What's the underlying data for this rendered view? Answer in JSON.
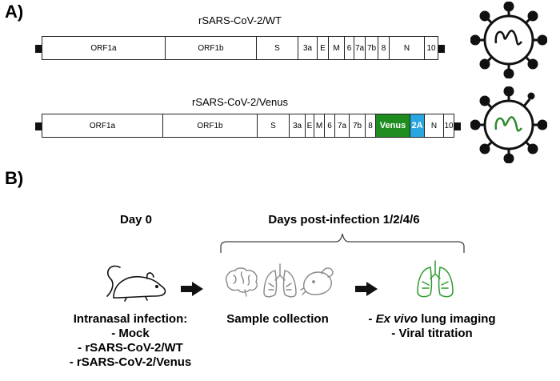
{
  "panel_a": {
    "label": "A)",
    "constructs": [
      {
        "title": "rSARS-CoV-2/WT",
        "segments": [
          "ORF1a",
          "ORF1b",
          "S",
          "3a",
          "E",
          "M",
          "6",
          "7a",
          "7b",
          "8",
          "N",
          "10"
        ]
      },
      {
        "title": "rSARS-CoV-2/Venus",
        "segments": [
          "ORF1a",
          "ORF1b",
          "S",
          "3a",
          "E",
          "M",
          "6",
          "7a",
          "7b",
          "8",
          "Venus",
          "2A",
          "N",
          "10"
        ]
      }
    ],
    "colors": {
      "venus": "#1e8c1e",
      "p2a": "#2aa6e0",
      "virus_wt_genome": "#222222",
      "virus_venus_genome": "#2e8b2e"
    }
  },
  "panel_b": {
    "label": "B)",
    "day0_label": "Day 0",
    "days_label": "Days post-infection 1/2/4/6",
    "infection_title": "Intranasal infection:",
    "infection_items": [
      "- Mock",
      "- rSARS-CoV-2/WT",
      "- rSARS-CoV-2/Venus"
    ],
    "sample_label": "Sample collection",
    "imaging_prefix": "- ",
    "imaging_italic": "Ex vivo",
    "imaging_suffix": " lung imaging",
    "titration_label": "- Viral titration",
    "icons": [
      "mouse-icon",
      "arrow-icon",
      "brain-icon",
      "lungs-icon",
      "mouse-head-icon",
      "green-lungs-icon"
    ],
    "lung_color": "#2e9b2e"
  }
}
